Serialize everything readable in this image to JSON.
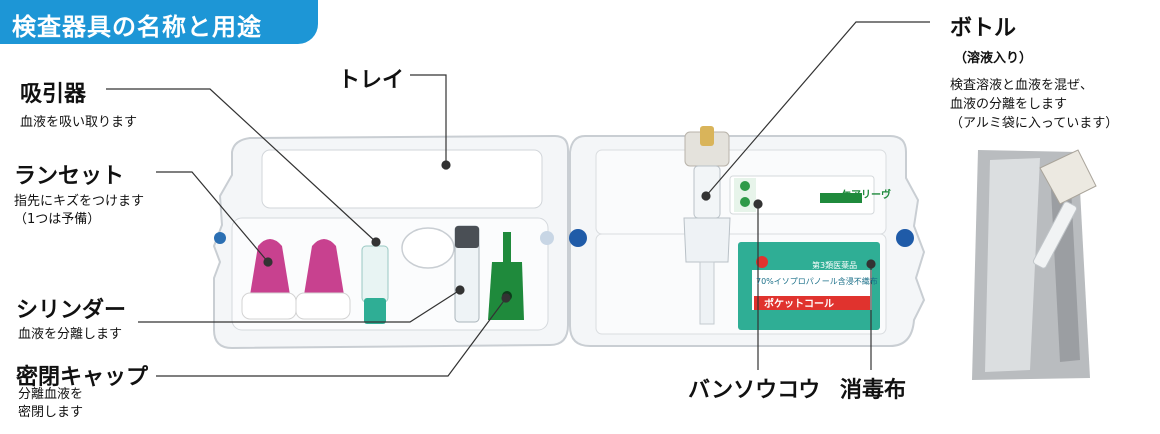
{
  "title": "検査器具の名称と用途",
  "labels": {
    "suction": {
      "name": "吸引器",
      "desc": [
        "血液を吸い取ります"
      ]
    },
    "lancet": {
      "name": "ランセット",
      "desc": [
        "指先にキズをつけます",
        "（1つは予備）"
      ]
    },
    "cylinder": {
      "name": "シリンダー",
      "desc": [
        "血液を分離します"
      ]
    },
    "cap": {
      "name": "密閉キャップ",
      "desc": [
        "分離血液を",
        "密閉します"
      ]
    },
    "tray": {
      "name": "トレイ"
    },
    "bottle": {
      "name": "ボトル",
      "desc": [
        "（溶液入り）",
        "検査溶液と血液を混ぜ、",
        "血液の分離をします",
        "（アルミ袋に入っています）"
      ]
    },
    "bandage": {
      "name": "バンソウコウ"
    },
    "disinfectant": {
      "name": "消毒布"
    }
  },
  "product_text": {
    "bandage_brand": "ケアリーヴ",
    "pad_category": "第3類医薬品",
    "pad_line1": "70%イソプロパノール含浸不織布",
    "pad_name": "ポケットコール"
  },
  "colors": {
    "banner": "#1d96d6",
    "lancet": "#c8418f",
    "cap": "#1f8a3c",
    "pad": "#2fae95"
  }
}
